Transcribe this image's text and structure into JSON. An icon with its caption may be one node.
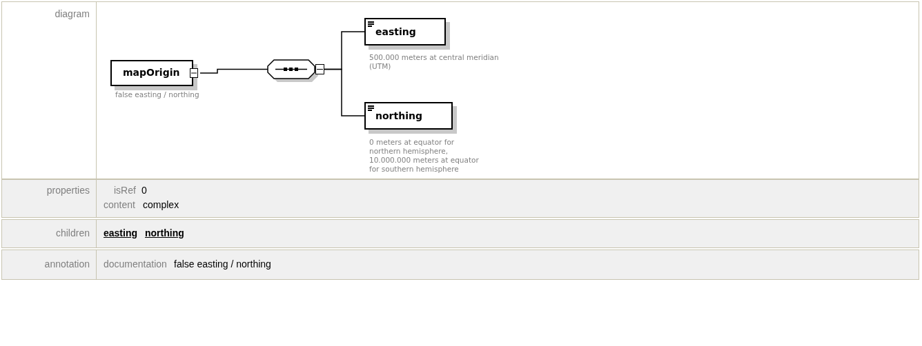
{
  "diagram": {
    "nodes": [
      {
        "text": [
          "mapOrigin"
        ],
        "beside": [
          "false easting / northing"
        ]
      },
      {
        "text": [],
        "shape": "octagon"
      },
      {
        "text": [
          "easting"
        ],
        "beside": [
          "500.000 meters at central meridian (UTM)"
        ]
      },
      {
        "text": [
          "northing"
        ],
        "beside": [
          "0 meters at equator for northern hemisphere, 10.000.000 meters at equator for southern hemisphere"
        ]
      }
    ],
    "edges": [
      {
        "from": 0,
        "to": 1,
        "arrow": "none"
      },
      {
        "from": 1,
        "to": 2,
        "arrow": "none"
      },
      {
        "from": 1,
        "to": 3,
        "arrow": "none"
      }
    ],
    "labels": [
      "diagram",
      "properties",
      "isRef",
      "0",
      "content",
      "complex",
      "children",
      "easting",
      "northing",
      "annotation",
      "documentation",
      "false easting / northing"
    ]
  }
}
